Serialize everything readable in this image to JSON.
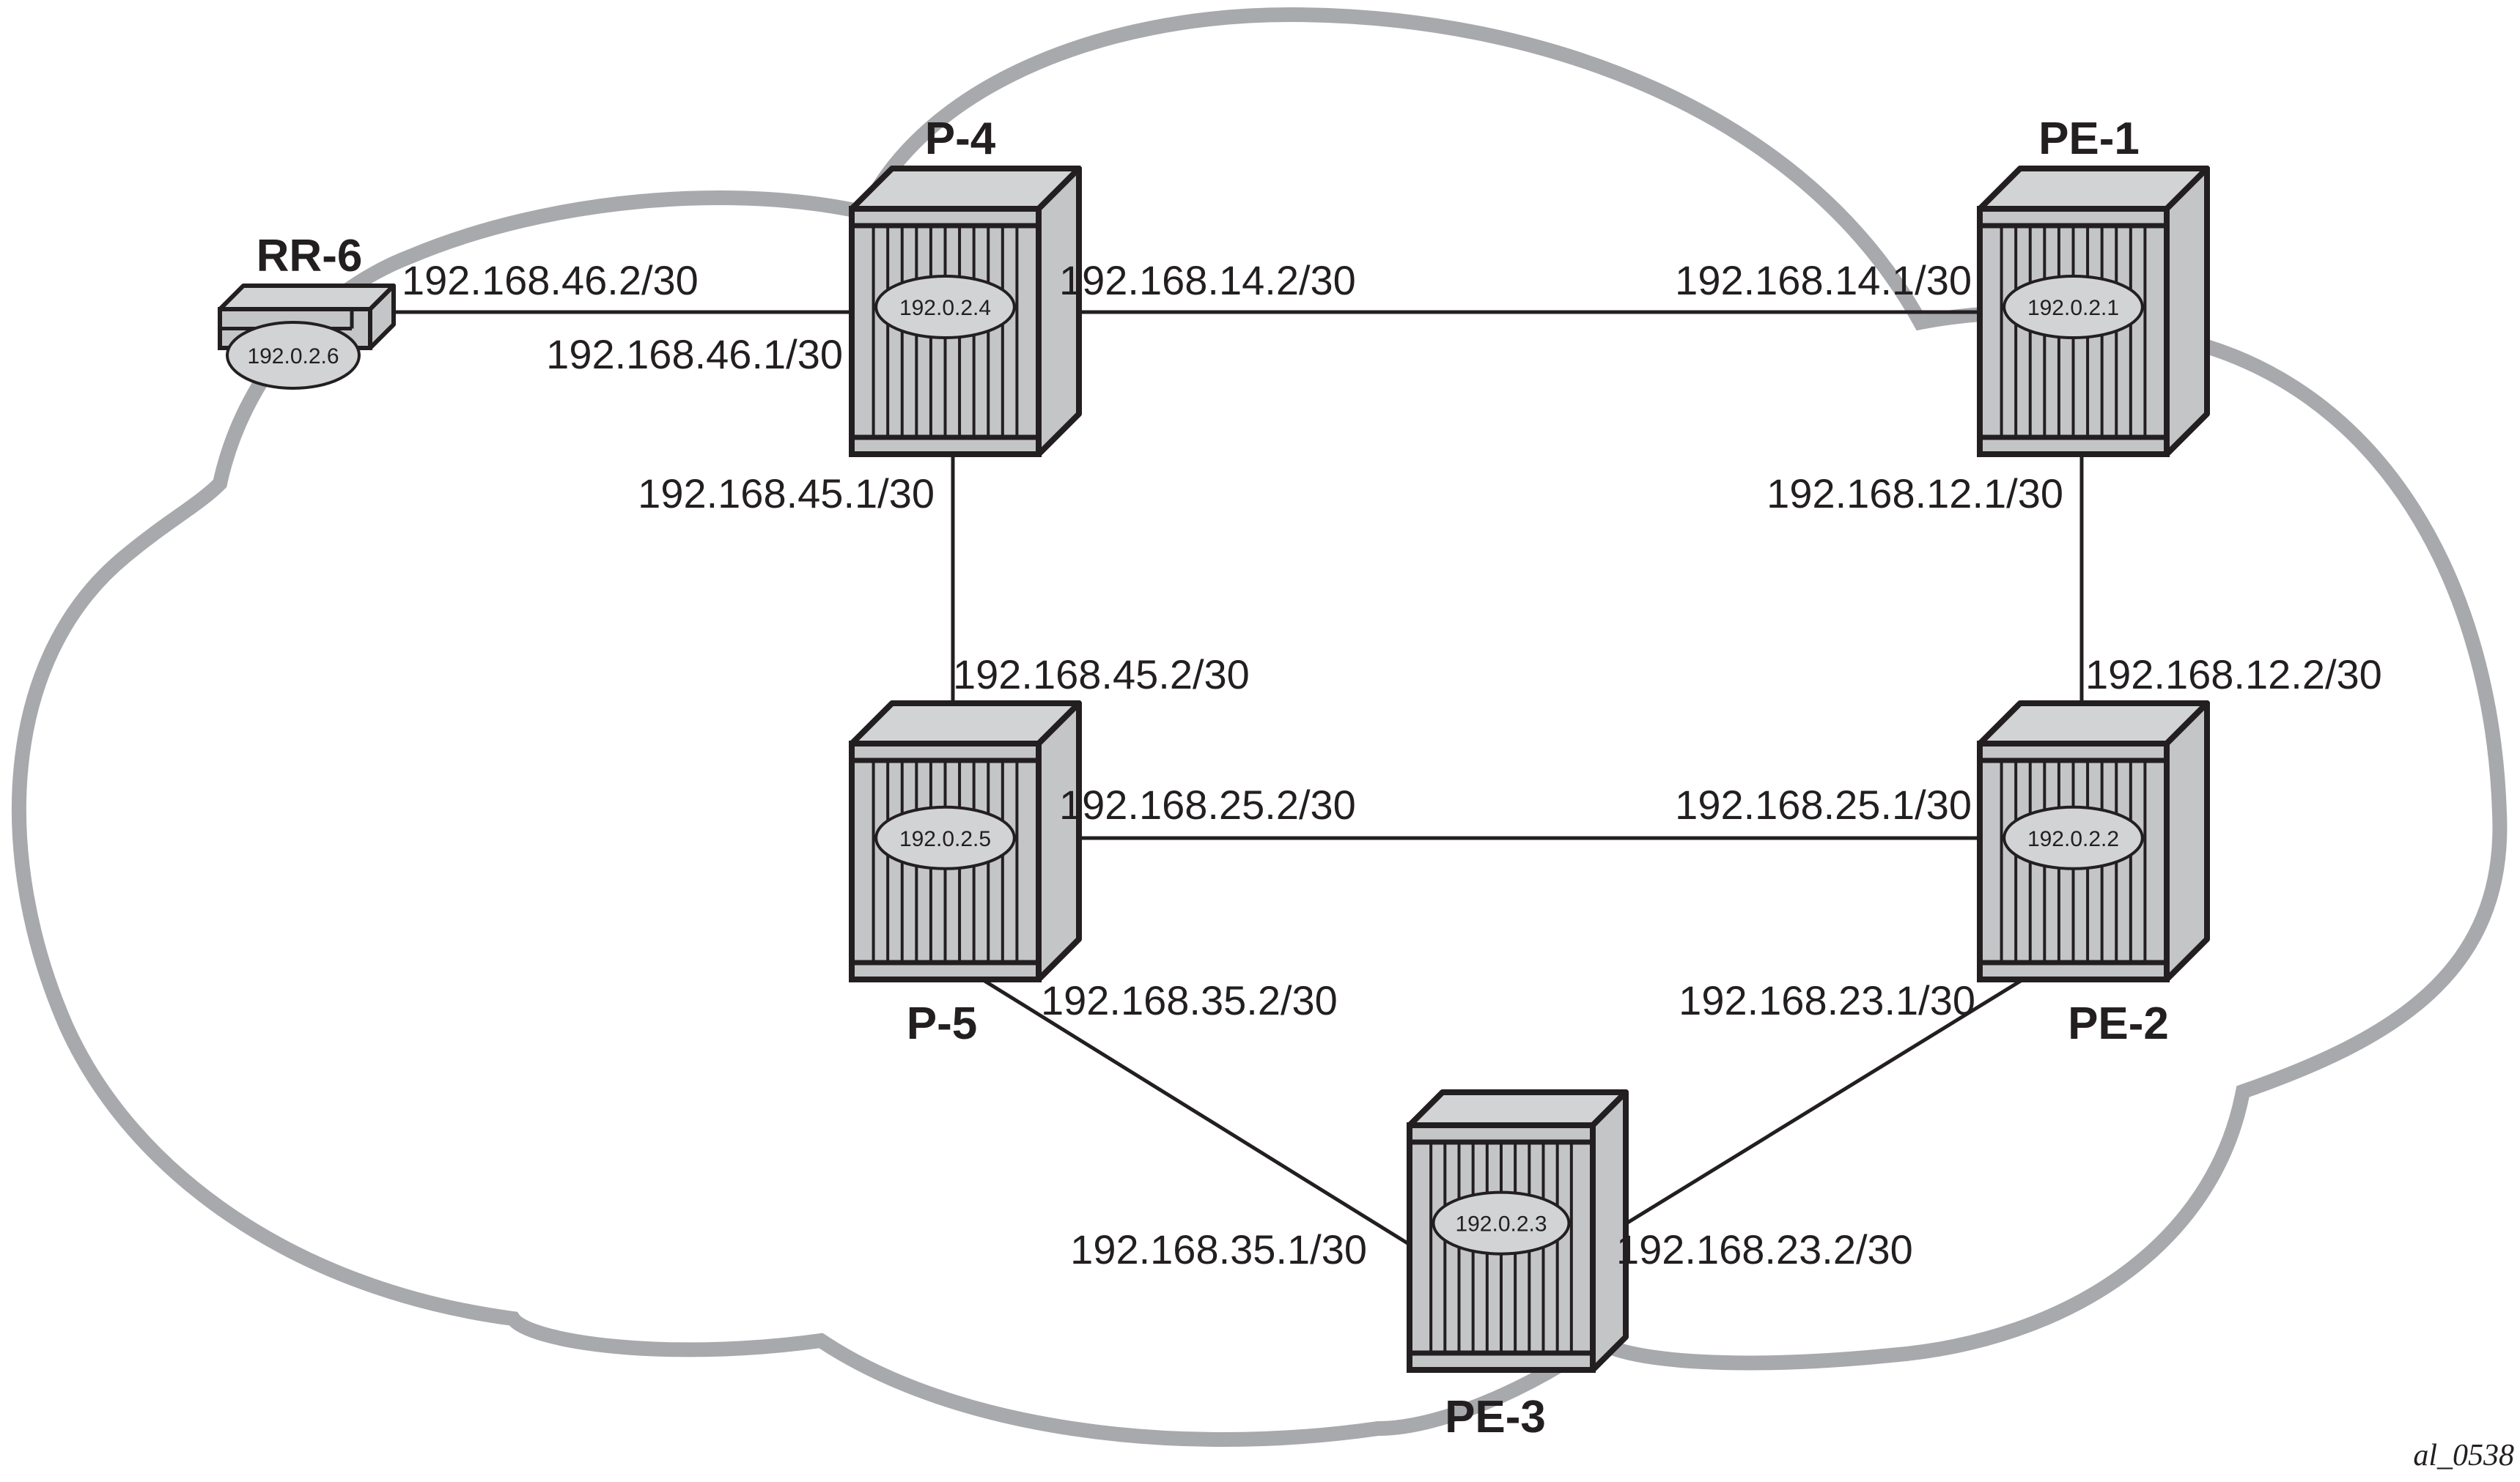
{
  "diagram": {
    "figure_id": "al_0538",
    "colors": {
      "cloud_outline": "#a7a9ac",
      "router_face": "#c4c5c7",
      "router_top": "#d1d3d4",
      "stroke": "#231f20",
      "background": "#ffffff"
    },
    "nodes": [
      {
        "id": "P-4",
        "label": "P-4",
        "system_ip": "192.0.2.4",
        "type": "router-large"
      },
      {
        "id": "PE-1",
        "label": "PE-1",
        "system_ip": "192.0.2.1",
        "type": "router-large"
      },
      {
        "id": "P-5",
        "label": "P-5",
        "system_ip": "192.0.2.5",
        "type": "router-large"
      },
      {
        "id": "PE-2",
        "label": "PE-2",
        "system_ip": "192.0.2.2",
        "type": "router-large"
      },
      {
        "id": "PE-3",
        "label": "PE-3",
        "system_ip": "192.0.2.3",
        "type": "router-large"
      },
      {
        "id": "RR-6",
        "label": "RR-6",
        "system_ip": "192.0.2.6",
        "type": "router-small"
      }
    ],
    "links": [
      {
        "from": "RR-6",
        "to": "P-4",
        "from_ip": "192.168.46.2/30",
        "to_ip": "192.168.46.1/30"
      },
      {
        "from": "P-4",
        "to": "PE-1",
        "from_ip": "192.168.14.2/30",
        "to_ip": "192.168.14.1/30"
      },
      {
        "from": "P-4",
        "to": "P-5",
        "from_ip": "192.168.45.1/30",
        "to_ip": "192.168.45.2/30"
      },
      {
        "from": "PE-1",
        "to": "PE-2",
        "from_ip": "192.168.12.1/30",
        "to_ip": "192.168.12.2/30"
      },
      {
        "from": "P-5",
        "to": "PE-2",
        "from_ip": "192.168.25.2/30",
        "to_ip": "192.168.25.1/30"
      },
      {
        "from": "P-5",
        "to": "PE-3",
        "from_ip": "192.168.35.2/30",
        "to_ip": "192.168.35.1/30"
      },
      {
        "from": "PE-2",
        "to": "PE-3",
        "from_ip": "192.168.23.1/30",
        "to_ip": "192.168.23.2/30"
      }
    ]
  }
}
